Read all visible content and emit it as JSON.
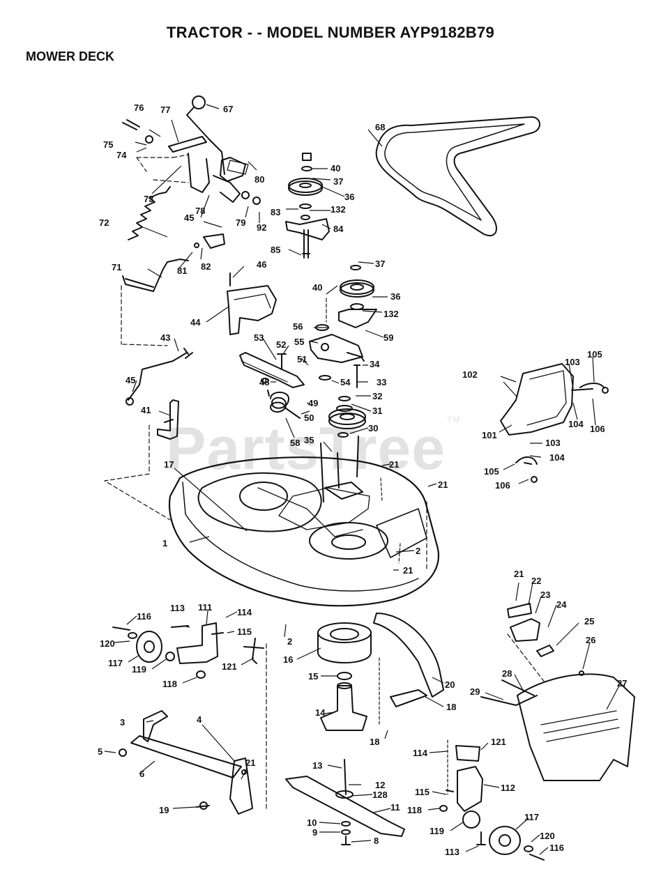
{
  "header": {
    "title": "TRACTOR - - MODEL NUMBER AYP9182B79",
    "section": "MOWER DECK"
  },
  "watermark": {
    "text": "PartsTree",
    "mark": "TM"
  },
  "callouts": [
    "76",
    "77",
    "67",
    "75",
    "74",
    "80",
    "73",
    "78",
    "79",
    "92",
    "72",
    "45",
    "81",
    "82",
    "71",
    "46",
    "44",
    "40",
    "37",
    "36",
    "83",
    "132",
    "84",
    "85",
    "40",
    "37",
    "36",
    "132",
    "56",
    "59",
    "55",
    "53",
    "52",
    "51",
    "34",
    "48",
    "54",
    "33",
    "32",
    "49",
    "31",
    "50",
    "58",
    "30",
    "35",
    "43",
    "45",
    "41",
    "21",
    "17",
    "21",
    "1",
    "2",
    "21",
    "68",
    "102",
    "103",
    "105",
    "104",
    "106",
    "101",
    "103",
    "104",
    "105",
    "106",
    "113",
    "111",
    "114",
    "116",
    "115",
    "120",
    "117",
    "119",
    "121",
    "118",
    "2",
    "16",
    "15",
    "20",
    "18",
    "14",
    "18",
    "3",
    "4",
    "5",
    "6",
    "21",
    "19",
    "13",
    "12",
    "128",
    "11",
    "10",
    "9",
    "8",
    "21",
    "22",
    "23",
    "24",
    "25",
    "26",
    "27",
    "28",
    "29",
    "114",
    "121",
    "112",
    "115",
    "118",
    "117",
    "119",
    "120",
    "113",
    "116"
  ]
}
